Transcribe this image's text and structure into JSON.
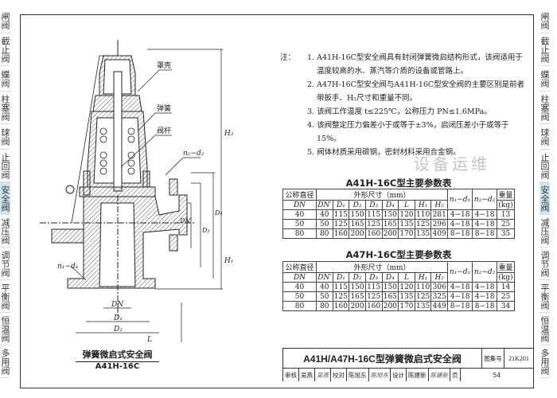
{
  "side_tabs": [
    {
      "label": "闸阀"
    },
    {
      "label": "截止阀"
    },
    {
      "label": "蝶阀"
    },
    {
      "label": "柱塞阀"
    },
    {
      "label": "球阀"
    },
    {
      "label": "止回阀"
    },
    {
      "label": "安全阀",
      "active": true
    },
    {
      "label": "减压阀"
    },
    {
      "label": "调节阀"
    },
    {
      "label": "平衡阀"
    },
    {
      "label": "恒温阀"
    },
    {
      "label": "多用阀"
    }
  ],
  "drawing": {
    "labels": {
      "cover": "罩壳",
      "spring": "弹簧",
      "stem": "阀杆",
      "n2d2": "n₂−d₂",
      "n1d1": "n₁−d₁",
      "H2": "H₂",
      "H1": "H₁",
      "DNp": "DN′",
      "D3": "D₃",
      "D4": "D₄",
      "DN": "DN",
      "D1": "D₁",
      "D2": "D₂",
      "L": "L"
    },
    "caption_title": "弹簧微启式安全阀",
    "caption_model": "A41H-16C"
  },
  "notes": {
    "head": "注：",
    "items": [
      "1. A41H-16C型安全阀具有封闭弹簧微启结构形式，该阀适用于温度较高的水、蒸汽等介质的设备或管路上。",
      "2. A47H-16C型安全阀与A41H-16C型安全阀的主要区别是前者带扳手、H₂尺寸和重量不同。",
      "3. 该阀工作温度 t≤225℃，公称压力 PN≤1.6MPa。",
      "4. 该阀整定压力偏差小于或等于±3%，启闭压差小于或等于15%。",
      "5. 阀体材质采用碳钢，密封材料采用合金钢。"
    ]
  },
  "headers": {
    "dn_cn": "公称直径",
    "dn": "DN",
    "dims": "外形尺寸（mm）",
    "cols": [
      "DN′",
      "D₁",
      "D₂",
      "D₃",
      "D₄",
      "L",
      "H₁",
      "H₂"
    ],
    "n1d1": "n₁−d₁",
    "n2d2": "n₂−d₂",
    "weight": "重量",
    "weight_unit": "(kg)"
  },
  "tables": [
    {
      "title": "A41H-16C型主要参数表",
      "rows": [
        [
          "40",
          "40",
          "115",
          "150",
          "115",
          "150",
          "120",
          "110",
          "281",
          "4−18",
          "4−18",
          "13"
        ],
        [
          "50",
          "50",
          "125",
          "165",
          "125",
          "165",
          "135",
          "125",
          "296",
          "4−18",
          "4−18",
          "25"
        ],
        [
          "80",
          "80",
          "160",
          "200",
          "160",
          "200",
          "170",
          "135",
          "409",
          "8−18",
          "8−18",
          "35"
        ]
      ]
    },
    {
      "title": "A47H-16C型主要参数表",
      "rows": [
        [
          "40",
          "40",
          "115",
          "150",
          "115",
          "150",
          "120",
          "110",
          "306",
          "4−18",
          "4−18",
          "14"
        ],
        [
          "50",
          "50",
          "125",
          "165",
          "125",
          "165",
          "135",
          "125",
          "325",
          "4−18",
          "4−18",
          "25"
        ],
        [
          "80",
          "80",
          "160",
          "200",
          "160",
          "200",
          "170",
          "135",
          "449",
          "8−18",
          "8−18",
          "34"
        ]
      ]
    }
  ],
  "title_block": {
    "title": "A41H/A47H-16C型弹簧微启式安全阀",
    "atlas_label": "图集号",
    "atlas_no": "21K201",
    "review_label": "审核",
    "reviewer": "吴燕",
    "reviewer_sig": "吴燕",
    "check_label": "校对",
    "checker": "陈旭东",
    "checker_sig": "陈旭东",
    "design_label": "设计",
    "designer": "陈建新",
    "designer_sig": "陈建新",
    "page_label": "页",
    "page": "54"
  },
  "watermark": "设备运维"
}
